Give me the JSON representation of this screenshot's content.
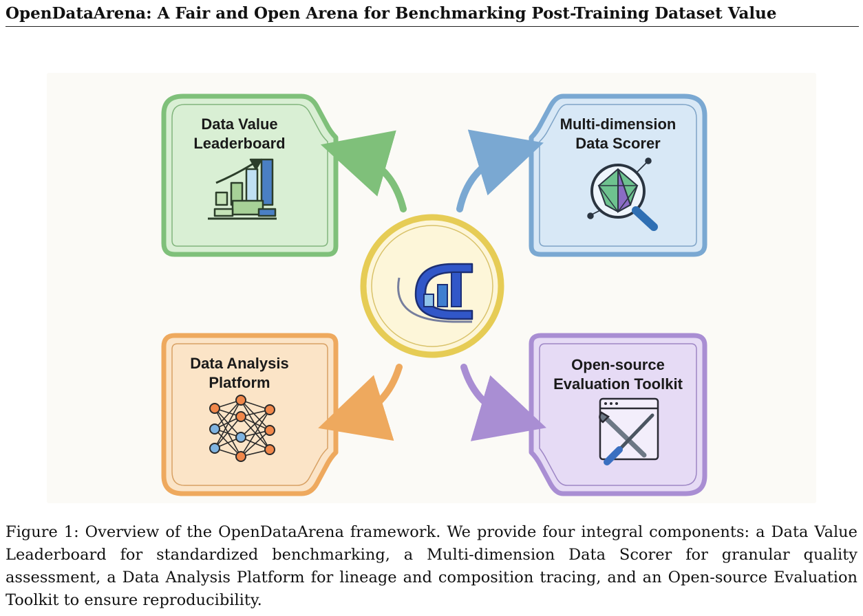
{
  "header": {
    "title": "OpenDataArena: A Fair and Open Arena for Benchmarking Post-Training Dataset Value"
  },
  "figure": {
    "cards": [
      {
        "line1": "Data Value",
        "line2": "Leaderboard",
        "color": "#7fc07a",
        "fill": "#d9efd4",
        "icon": "bar-chart-growth-icon"
      },
      {
        "line1": "Multi-dimension",
        "line2": "Data Scorer",
        "color": "#7aa8d2",
        "fill": "#d8e8f6",
        "icon": "magnifier-gem-icon"
      },
      {
        "line1": "Data Analysis",
        "line2": "Platform",
        "color": "#eea95e",
        "fill": "#fbe4c7",
        "icon": "neural-network-icon"
      },
      {
        "line1": "Open-source",
        "line2": "Evaluation Toolkit",
        "color": "#a98ed3",
        "fill": "#e6dbf5",
        "icon": "wrench-screwdriver-icon"
      }
    ],
    "center": {
      "icon": "opendataarena-logo-icon",
      "ring_color": "#e6cc55"
    }
  },
  "caption": {
    "text": "Figure 1: Overview of the OpenDataArena framework. We provide four integral components: a Data Value Leaderboard for standardized benchmarking, a Multi-dimension Data Scorer for granular quality assessment, a Data Analysis Platform for lineage and composition tracing, and an Open-source Evaluation Toolkit to ensure reproducibility."
  }
}
